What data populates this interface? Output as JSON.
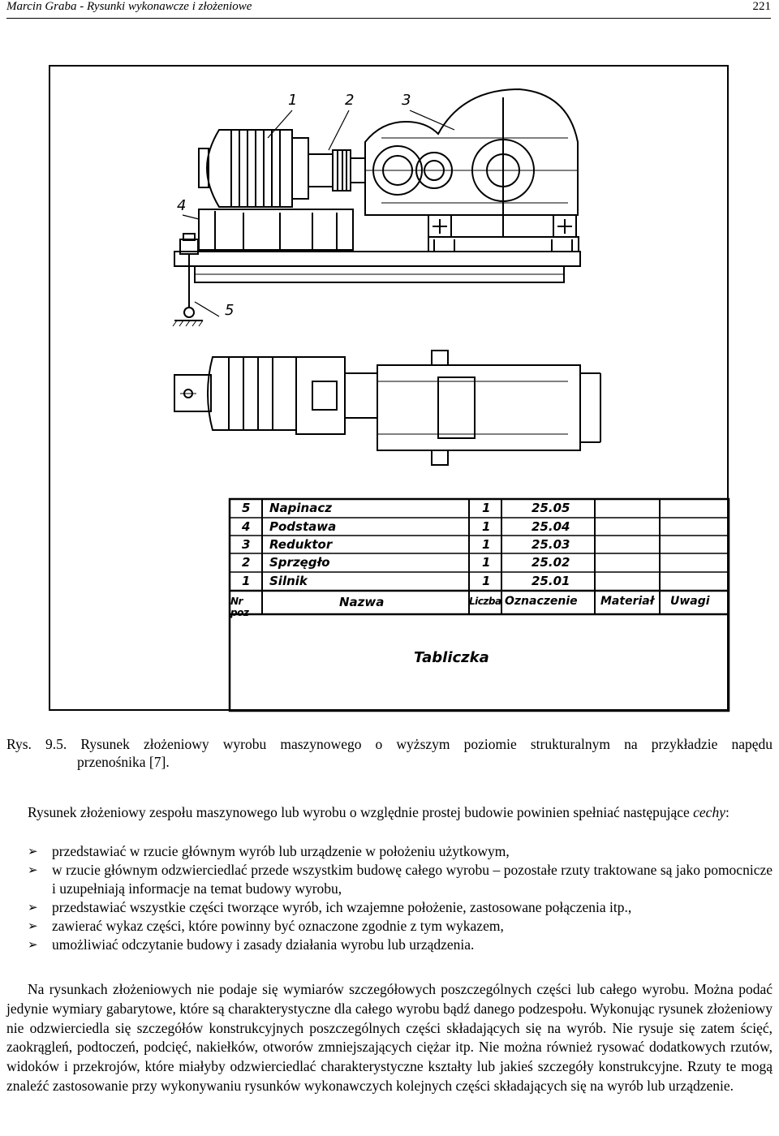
{
  "header": {
    "left": "Marcin Graba - Rysunki wykonawcze i złożeniowe",
    "page_number": "221"
  },
  "figure": {
    "callouts": [
      "1",
      "2",
      "3",
      "4",
      "5"
    ],
    "parts_table": {
      "rows": [
        {
          "nr": "5",
          "nazwa": "Napinacz",
          "liczba": "1",
          "oznaczenie": "25.05"
        },
        {
          "nr": "4",
          "nazwa": "Podstawa",
          "liczba": "1",
          "oznaczenie": "25.04"
        },
        {
          "nr": "3",
          "nazwa": "Reduktor",
          "liczba": "1",
          "oznaczenie": "25.03"
        },
        {
          "nr": "2",
          "nazwa": "Sprzęgło",
          "liczba": "1",
          "oznaczenie": "25.02"
        },
        {
          "nr": "1",
          "nazwa": "Silnik",
          "liczba": "1",
          "oznaczenie": "25.01"
        }
      ],
      "headers": {
        "nr": "Nr poz",
        "nazwa": "Nazwa",
        "liczba": "Liczba",
        "oznaczenie": "Oznaczenie",
        "material": "Materiał",
        "uwagi": "Uwagi"
      },
      "title_block_label": "Tabliczka"
    }
  },
  "caption": {
    "line1": "Rys. 9.5. Rysunek złożeniowy wyrobu maszynowego o wyższym poziomie strukturalnym na przykładzie napędu",
    "line2": "przenośnika [7]."
  },
  "intro": {
    "text": "Rysunek złożeniowy zespołu maszynowego lub wyrobu o względnie prostej budowie powinien spełniać następujące ",
    "emphasis": "cechy",
    "tail": ":"
  },
  "bullets": [
    "przedstawiać w rzucie głównym wyrób lub urządzenie w położeniu użytkowym,",
    "w rzucie głównym odzwierciedlać przede wszystkim budowę całego wyrobu – pozostałe rzuty traktowane są jako pomocnicze i uzupełniają informacje na temat budowy wyrobu,",
    "przedstawiać wszystkie części tworzące wyrób, ich wzajemne położenie, zastosowane połączenia itp.,",
    "zawierać wykaz części, które powinny być oznaczone zgodnie z tym wykazem,",
    "umożliwiać odczytanie budowy i zasady działania wyrobu lub urządzenia."
  ],
  "paragraph": "Na rysunkach złożeniowych nie podaje się wymiarów szczegółowych poszczególnych części lub całego wyrobu. Można podać jedynie wymiary gabarytowe, które są charakterystyczne dla całego wyrobu bądź danego podzespołu. Wykonując rysunek złożeniowy nie odzwierciedla się szczegółów konstrukcyjnych poszczególnych części składających się na wyrób. Nie rysuje się zatem ścięć, zaokrągleń, podtoczeń, podcięć, nakiełków, otworów zmniejszających ciężar itp. Nie można również rysować dodatkowych rzutów, widoków i przekrojów, które miałyby odzwierciedlać charakterystyczne kształty lub jakieś szczegóły konstrukcyjne. Rzuty te mogą znaleźć zastosowanie przy wykonywaniu rysunków wykonawczych kolejnych części składających się na wyrób lub urządzenie."
}
